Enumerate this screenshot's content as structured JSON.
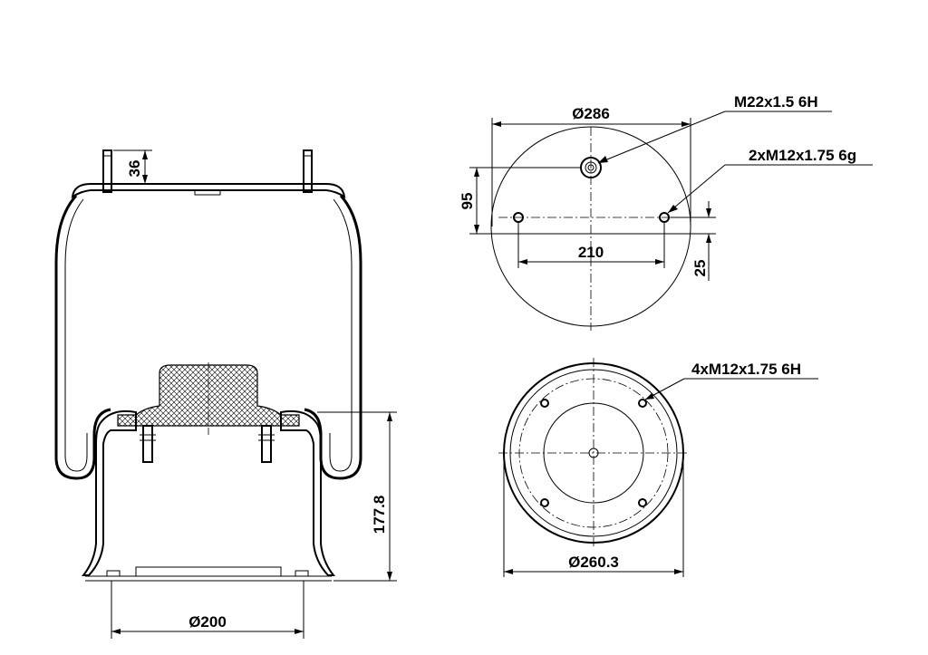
{
  "drawing": {
    "side_view": {
      "dim_stud_height": "36",
      "dim_piston_height": "177.8",
      "dim_piston_diameter": "Ø200"
    },
    "top_view": {
      "dim_plate_diameter": "Ø286",
      "dim_air_port_offset": "95",
      "dim_stud_spacing": "210",
      "dim_stud_offset": "25",
      "callout_air_port": "M22x1.5 6H",
      "callout_studs": "2xM12x1.75 6g"
    },
    "bottom_view": {
      "dim_piston_diameter": "Ø260.3",
      "callout_holes": "4xM12x1.75 6H"
    }
  }
}
